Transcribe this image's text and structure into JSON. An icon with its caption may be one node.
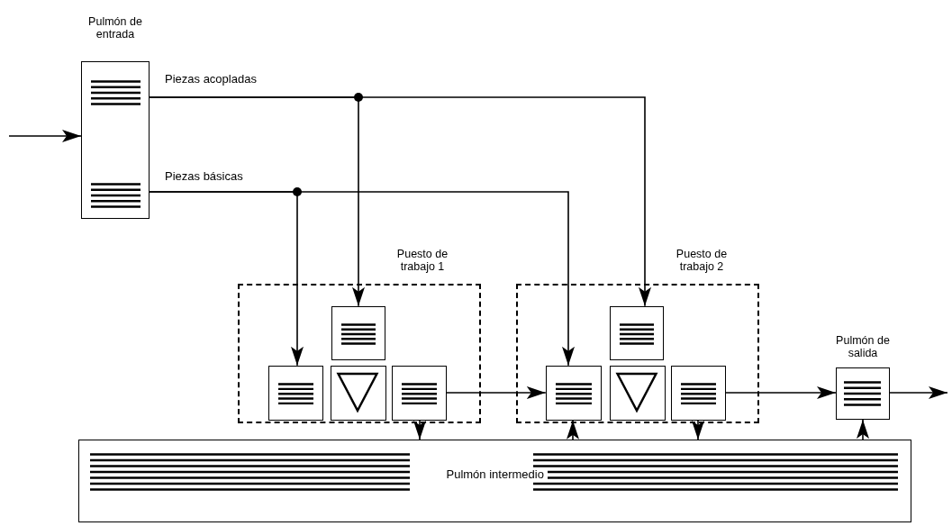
{
  "diagram": {
    "nodes": [
      {
        "text": [
          "Pulmón de entrada"
        ]
      },
      {
        "text": [
          "Puesto de trabajo 1"
        ]
      },
      {
        "text": [],
        "shape": "box",
        "in": 1
      },
      {
        "text": [],
        "shape": "box",
        "in": 1
      },
      {
        "text": [],
        "shape": "triangle",
        "in": 1
      },
      {
        "text": [],
        "shape": "box",
        "in": 1
      },
      {
        "text": [
          "Puesto de trabajo 2"
        ]
      },
      {
        "text": [],
        "shape": "box",
        "in": 6
      },
      {
        "text": [],
        "shape": "box",
        "in": 6
      },
      {
        "text": [],
        "shape": "triangle",
        "in": 6
      },
      {
        "text": [],
        "shape": "box",
        "in": 6
      },
      {
        "text": [
          "Pulmón de salida"
        ]
      },
      {
        "text": [
          "Pulmón intermedio"
        ]
      }
    ],
    "edges": [
      {
        "from": null,
        "to": 0,
        "arrow": "to"
      },
      {
        "from": 0,
        "to": 2,
        "arrow": "to",
        "label": "Piezas acopladas"
      },
      {
        "from": 0,
        "to": 7,
        "arrow": "to"
      },
      {
        "from": 0,
        "to": 3,
        "arrow": "to",
        "label": "Piezas básicas"
      },
      {
        "from": 0,
        "to": 8,
        "arrow": "to"
      },
      {
        "from": 5,
        "to": 8,
        "arrow": "to"
      },
      {
        "from": 5,
        "to": 12,
        "arrow": "to"
      },
      {
        "from": 12,
        "to": 8,
        "arrow": "to"
      },
      {
        "from": 10,
        "to": 12,
        "arrow": "to"
      },
      {
        "from": 10,
        "to": 11,
        "arrow": "to"
      },
      {
        "from": 12,
        "to": 11,
        "arrow": "to"
      },
      {
        "from": 11,
        "to": null,
        "arrow": "to"
      }
    ]
  }
}
